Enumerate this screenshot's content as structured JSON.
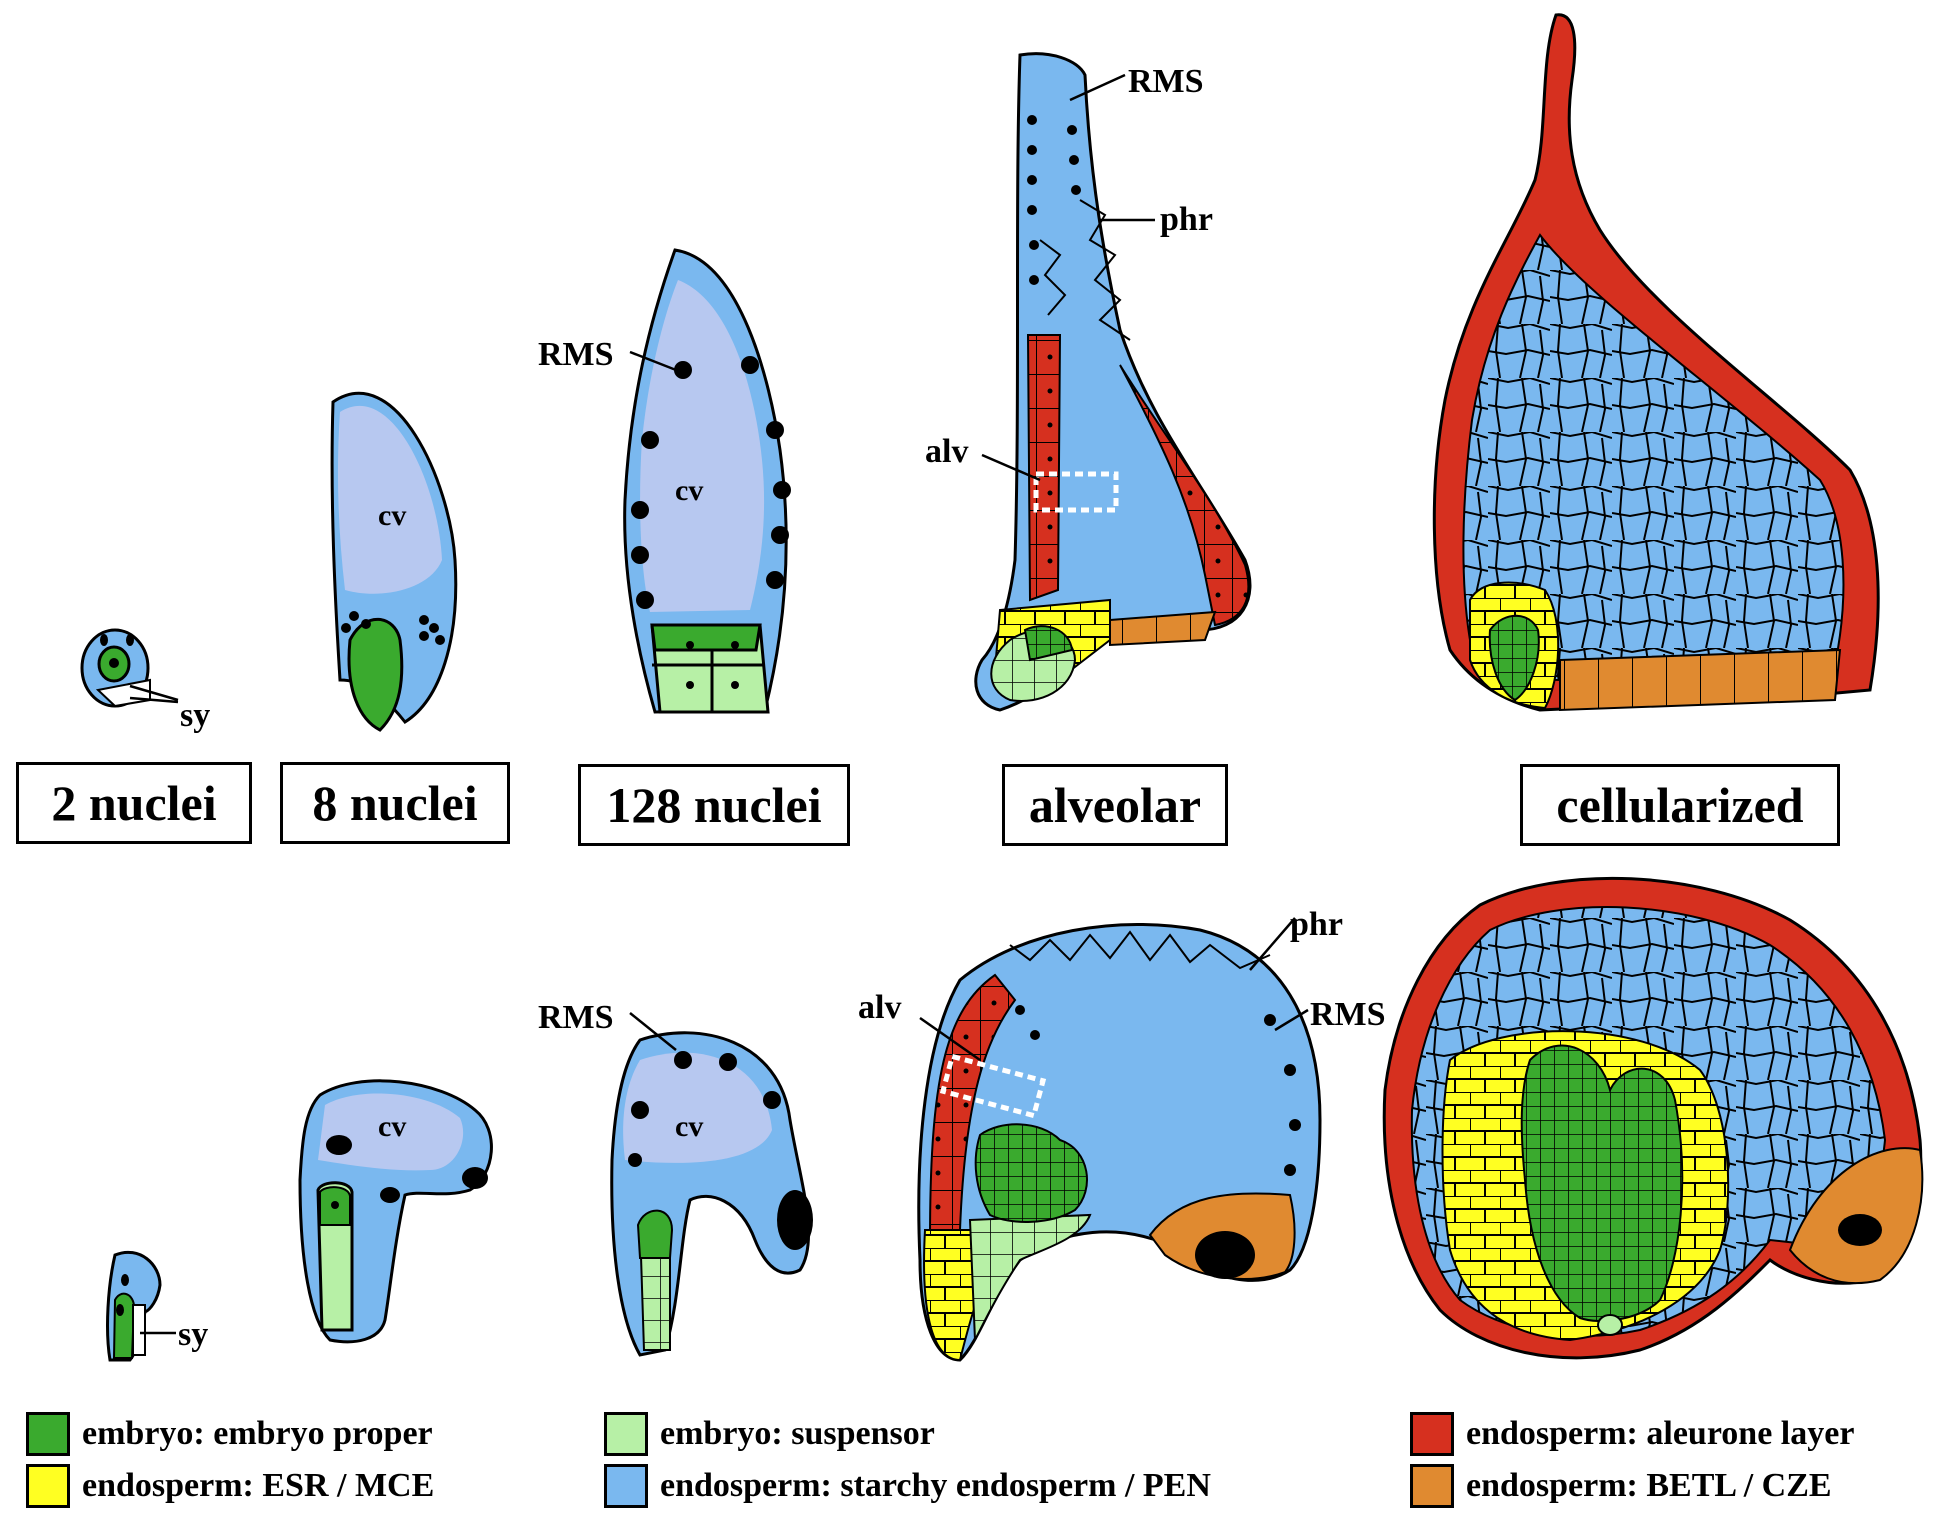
{
  "colors": {
    "embryo_proper": "#3aaa2e",
    "suspensor": "#b7f0a6",
    "esr_mce": "#ffff22",
    "starchy_pen": "#7ab8ef",
    "central_vacuole": "#b7c8f0",
    "aleurone": "#d6301f",
    "betl_cze": "#e08a30",
    "outline": "#000000"
  },
  "stages": [
    {
      "label": "2 nuclei"
    },
    {
      "label": "8 nuclei"
    },
    {
      "label": "128 nuclei"
    },
    {
      "label": "alveolar"
    },
    {
      "label": "cellularized"
    }
  ],
  "annotations": {
    "sy": "sy",
    "cv": "cv",
    "rms": "RMS",
    "phr": "phr",
    "alv": "alv"
  },
  "legend": [
    {
      "key": "embryo_proper",
      "label": "embryo: embryo proper"
    },
    {
      "key": "esr_mce",
      "label": "endosperm: ESR / MCE"
    },
    {
      "key": "suspensor",
      "label": "embryo: suspensor"
    },
    {
      "key": "starchy_pen",
      "label": "endosperm: starchy endosperm / PEN"
    },
    {
      "key": "aleurone",
      "label": "endosperm: aleurone layer"
    },
    {
      "key": "betl_cze",
      "label": "endosperm: BETL / CZE"
    }
  ]
}
